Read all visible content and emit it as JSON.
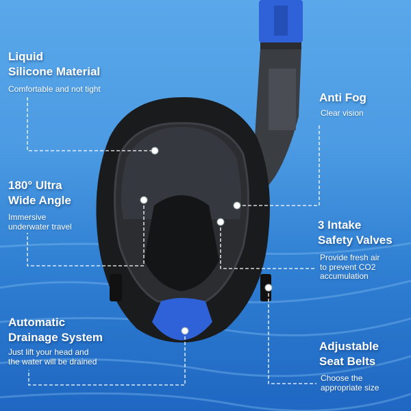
{
  "features": [
    {
      "title_1": "Liquid",
      "title_2": "Silicone Material",
      "desc_1": "Comfortable and not tight"
    },
    {
      "title_1": "180° Ultra",
      "title_2": "Wide Angle",
      "desc_1": "Immersive",
      "desc_2": "underwater travel"
    },
    {
      "title_1": "Automatic",
      "title_2": "Drainage System",
      "desc_1": "Just lift your head and",
      "desc_2": "the water will be drained"
    },
    {
      "title_1": "Anti Fog",
      "desc_1": "Clear vision"
    },
    {
      "title_1": "3 Intake",
      "title_2": "Safety Valves",
      "desc_1": "Provide fresh air",
      "desc_2": "to prevent CO2",
      "desc_3": "accumulation"
    },
    {
      "title_1": "Adjustable",
      "title_2": "Seat Belts",
      "desc_1": "Choose the",
      "desc_2": "appropriate size"
    }
  ],
  "colors": {
    "accent_blue": "#2f62d8",
    "mask_black": "#1a1b1d",
    "background": "#4c9be3"
  }
}
